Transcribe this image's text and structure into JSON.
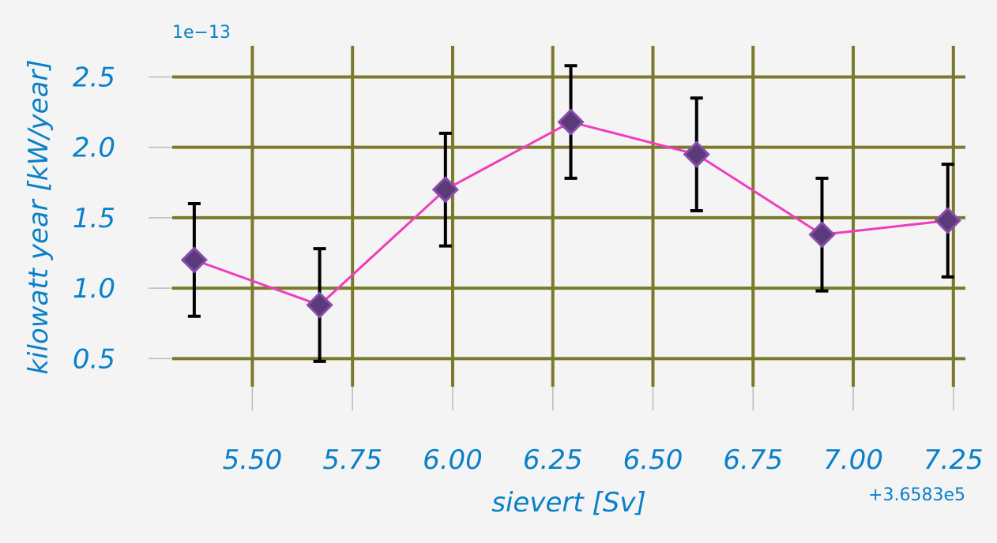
{
  "chart_data": {
    "type": "line",
    "title": "",
    "xlabel": "sievert [Sv]",
    "ylabel": "kilowatt year [kW/year]",
    "x_offset_text": "+3.6583e5",
    "y_scale_text": "1e−13",
    "xlim": [
      5.3,
      7.28
    ],
    "ylim": [
      0.3,
      2.71
    ],
    "x_ticks": [
      5.5,
      5.75,
      6.0,
      6.25,
      6.5,
      6.75,
      7.0,
      7.25
    ],
    "x_tick_labels": [
      "5.50",
      "5.75",
      "6.00",
      "6.25",
      "6.50",
      "6.75",
      "7.00",
      "7.25"
    ],
    "y_ticks": [
      0.5,
      1.0,
      1.5,
      2.0,
      2.5
    ],
    "y_tick_labels": [
      "0.5",
      "1.0",
      "1.5",
      "2.0",
      "2.5"
    ],
    "grid": true,
    "series": [
      {
        "x": [
          5.355,
          5.668,
          5.982,
          6.295,
          6.609,
          6.922,
          7.236
        ],
        "y": [
          1.2,
          0.88,
          1.7,
          2.18,
          1.95,
          1.38,
          1.48
        ],
        "yerr": [
          0.4,
          0.4,
          0.4,
          0.4,
          0.4,
          0.4,
          0.4
        ]
      }
    ],
    "colors": {
      "line": "#f03cbe",
      "marker_fill": "#5a3a78",
      "marker_edge": "#8a4caa",
      "errorbar": "#000000",
      "grid": "#7a7a2a",
      "text": "#0a80c8",
      "tick": "#bbbbbb",
      "background": "#f4f4f4"
    }
  }
}
